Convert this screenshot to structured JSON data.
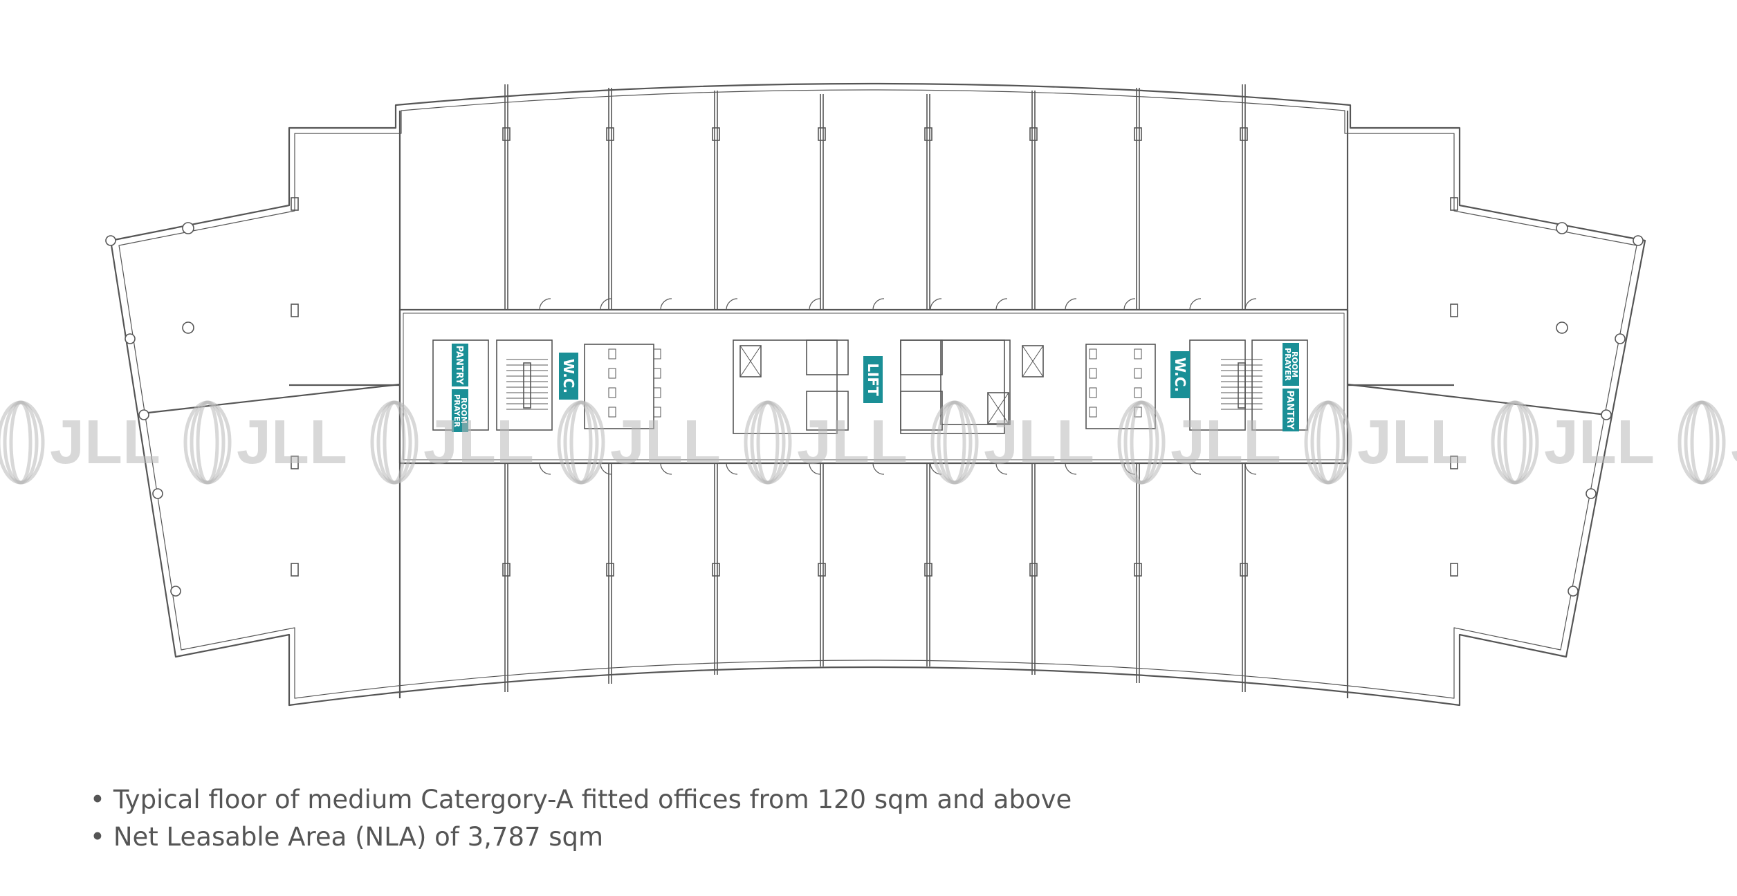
{
  "room_labels": {
    "pantry": "PANTRY",
    "prayer_room_line1": "PRAYER",
    "prayer_room_line2": "ROOM",
    "wc": "W.C.",
    "lift": "LIFT"
  },
  "watermark": "JLL",
  "notes": [
    "Typical floor of medium Catergory-A fitted offices from 120 sqm and above",
    "Net Leasable Area (NLA) of 3,787 sqm"
  ],
  "colors": {
    "label_bg": "#1a8f96",
    "line": "#555555",
    "watermark": "#b8b8b8",
    "text": "#555555"
  }
}
